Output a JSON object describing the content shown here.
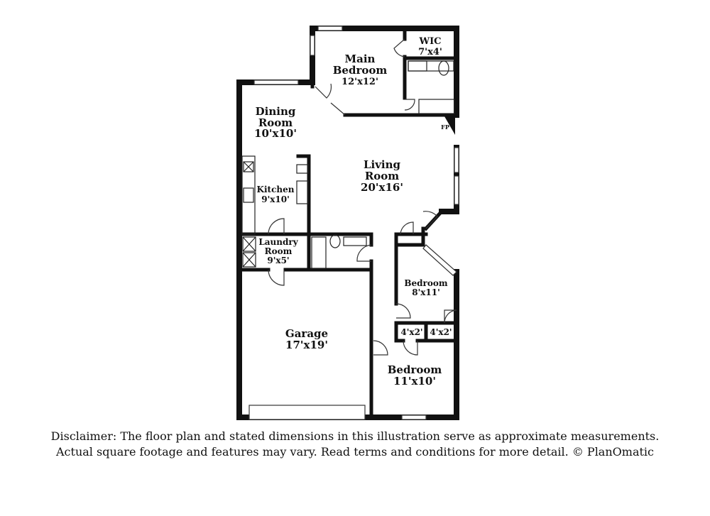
{
  "rooms": {
    "main_bedroom": {
      "line1": "Main",
      "line2": "Bedroom",
      "dims": "12'x12'"
    },
    "wic": {
      "name": "WIC",
      "dims": "7'x4'"
    },
    "dining_room": {
      "line1": "Dining",
      "line2": "Room",
      "dims": "10'x10'"
    },
    "living_room": {
      "line1": "Living",
      "line2": "Room",
      "dims": "20'x16'"
    },
    "kitchen": {
      "name": "Kitchen",
      "dims": "9'x10'"
    },
    "laundry_room": {
      "line1": "Laundry",
      "line2": "Room",
      "dims": "9'x5'"
    },
    "bedroom_small": {
      "name": "Bedroom",
      "dims": "8'x11'"
    },
    "closet_left": {
      "dims": "4'x2'"
    },
    "closet_right": {
      "dims": "4'x2'"
    },
    "garage": {
      "name": "Garage",
      "dims": "17'x19'"
    },
    "bedroom_large": {
      "name": "Bedroom",
      "dims": "11'x10'"
    }
  },
  "fireplace_label": "FP",
  "disclaimer": {
    "line1": "Disclaimer: The floor plan and stated dimensions in this illustration serve as approximate measurements.",
    "line2": "Actual square footage and features may vary. Read terms and conditions for more detail. © PlanOmatic"
  }
}
